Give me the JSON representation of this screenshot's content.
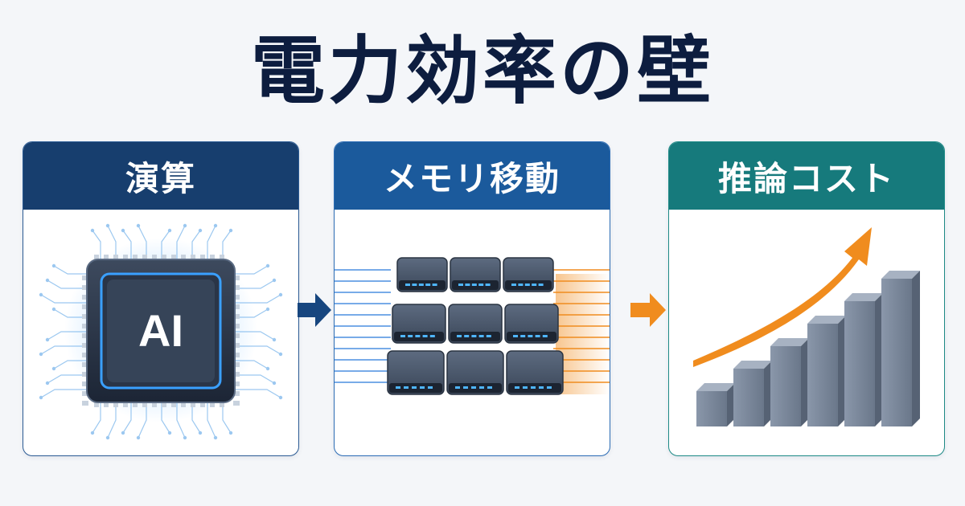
{
  "title": "電力効率の壁",
  "panels": [
    {
      "label": "演算",
      "header_color": "#173e6e",
      "border_color": "#2a5a93"
    },
    {
      "label": "メモリ移動",
      "header_color": "#1b5a9c",
      "border_color": "#2b6cb5"
    },
    {
      "label": "推論コスト",
      "header_color": "#167a7c",
      "border_color": "#1d8a86"
    }
  ],
  "chip": {
    "label": "AI",
    "icon": "ai-chip-icon"
  },
  "memory": {
    "icon": "memory-module-grid-icon",
    "rows": 3,
    "cols": 3
  },
  "cost_chart": {
    "icon": "rising-cost-chart-icon",
    "bar_levels": [
      0.22,
      0.36,
      0.5,
      0.64,
      0.78,
      0.92
    ],
    "trend": "up"
  },
  "arrows": [
    {
      "icon": "right-arrow-icon",
      "color": "#17467f"
    },
    {
      "icon": "right-arrow-icon",
      "color": "#f08c1e"
    }
  ],
  "colors": {
    "accent_orange": "#f08c1e",
    "glow_blue": "#3aa0ff",
    "navy": "#0d1d3f"
  }
}
